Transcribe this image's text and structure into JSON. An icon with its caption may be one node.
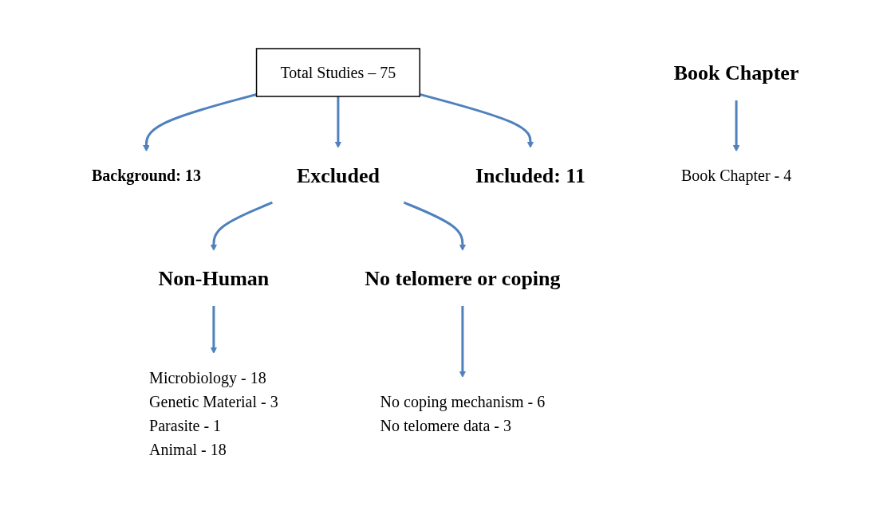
{
  "diagram": {
    "nodes": [
      {
        "text": [
          "Total Studies – 75"
        ]
      },
      {
        "text": [
          "Background: 13"
        ]
      },
      {
        "text": [
          "Excluded"
        ]
      },
      {
        "text": [
          "Included: 11"
        ]
      },
      {
        "text": [
          "Non-Human"
        ]
      },
      {
        "text": [
          "No telomere or coping"
        ]
      },
      {
        "text": [
          "Book Chapter"
        ]
      },
      {
        "text": [
          "Microbiology - 18",
          "Genetic Material - 3",
          "Parasite - 1",
          "Animal - 18"
        ]
      },
      {
        "text": [
          "No coping mechanism - 6",
          "No telomere data - 3"
        ]
      },
      {
        "text": [
          "Book Chapter - 4"
        ]
      }
    ],
    "edges": [
      {
        "from": 0,
        "to": 1,
        "arrow": "to"
      },
      {
        "from": 0,
        "to": 2,
        "arrow": "to"
      },
      {
        "from": 0,
        "to": 3,
        "arrow": "to"
      },
      {
        "from": 2,
        "to": 4,
        "arrow": "to"
      },
      {
        "from": 2,
        "to": 5,
        "arrow": "to"
      },
      {
        "from": 4,
        "to": 7,
        "arrow": "to"
      },
      {
        "from": 5,
        "to": 8,
        "arrow": "to"
      },
      {
        "from": 6,
        "to": 9,
        "arrow": "to"
      }
    ]
  }
}
